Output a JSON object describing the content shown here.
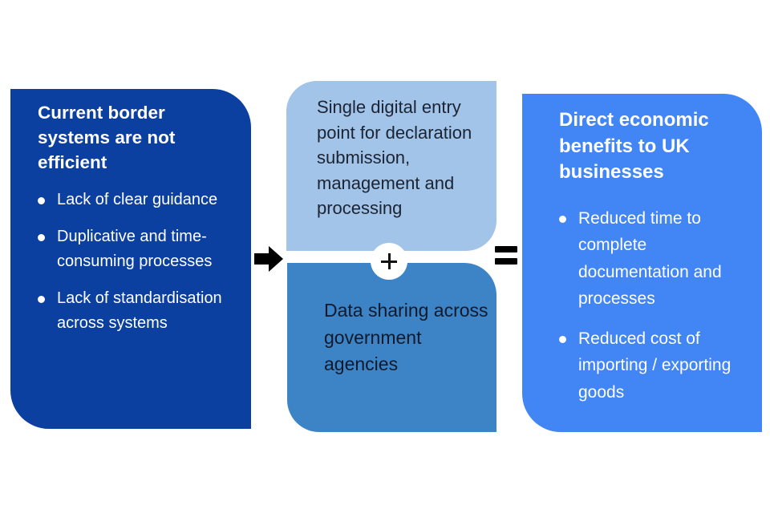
{
  "diagram": {
    "problem": {
      "heading": "Current border systems are not efficient",
      "bullets": [
        "Lack of clear guidance",
        "Duplicative and time-consuming processes",
        "Lack of standardisation across systems"
      ],
      "color": "#0b3fa0"
    },
    "operator_arrow": "arrow-right-icon",
    "solution": {
      "component_a": {
        "text": "Single digital entry point for declaration submission, management and processing",
        "color": "#a2c4e8"
      },
      "operator_plus": "+",
      "component_b": {
        "text": "Data sharing across government agencies",
        "color": "#3d84c6"
      }
    },
    "operator_equals": "=",
    "outcome": {
      "heading": "Direct economic benefits to UK businesses",
      "bullets": [
        "Reduced time to complete documentation and processes",
        "Reduced cost of importing / exporting goods"
      ],
      "color": "#4285f4"
    }
  }
}
